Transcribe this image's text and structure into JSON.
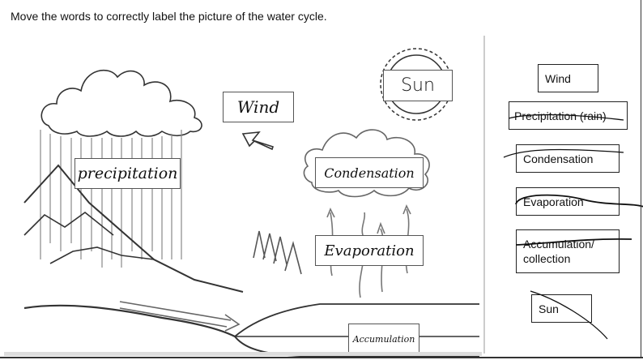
{
  "instruction": "Move the words to correctly label the picture of the water cycle.",
  "picture_labels": {
    "wind": "Wind",
    "precipitation": "precipitation",
    "sun": "Sun",
    "condensation": "Condensation",
    "evaporation": "Evaporation",
    "accumulation": "Accumulation"
  },
  "word_bank": [
    {
      "label": "Wind"
    },
    {
      "label": "Precipitation (rain)"
    },
    {
      "label": "Condensation"
    },
    {
      "label": "Evaporation"
    },
    {
      "label": "Accumulation/ collection"
    },
    {
      "label": "Sun"
    }
  ]
}
